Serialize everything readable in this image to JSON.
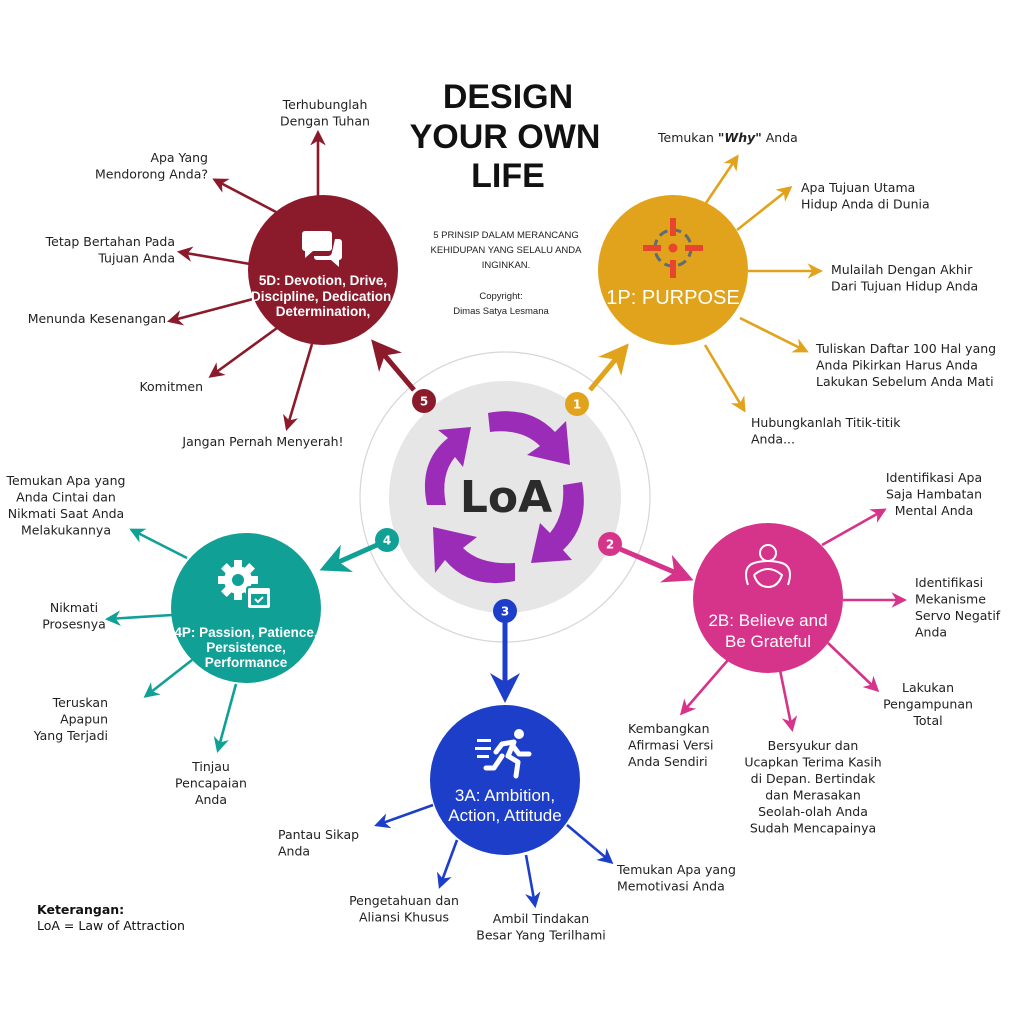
{
  "header": {
    "title_lines": [
      "DESIGN",
      "YOUR OWN",
      "LIFE"
    ],
    "subtitle_lines": [
      "5 PRINSIP DALAM MERANCANG",
      "KEHIDUPAN YANG SELALU ANDA",
      "INGINKAN."
    ],
    "copyright_lines": [
      "Copyright:",
      "Dimas Satya Lesmana"
    ]
  },
  "center": {
    "label": "LoA",
    "icon": "cycle-arrows-icon",
    "colors": {
      "arrows": "#9B2CB8",
      "fill": "#E6E6E6",
      "ring": "#D6D6D6"
    }
  },
  "legend": {
    "heading": "Keterangan:",
    "text": "LoA = Law of Attraction"
  },
  "principles": [
    {
      "id": "purpose",
      "badge": "1",
      "color": "#E1A31B",
      "icon": "target-crosshair-icon",
      "label_lines": [
        "1P: PURPOSE"
      ],
      "items": [
        {
          "lines": [
            "Temukan \"Why\" Anda"
          ]
        },
        {
          "lines": [
            "Apa Tujuan Utama",
            "Hidup Anda di Dunia"
          ]
        },
        {
          "lines": [
            "Mulailah Dengan Akhir",
            "Dari Tujuan Hidup Anda"
          ]
        },
        {
          "lines": [
            "Tuliskan Daftar 100 Hal yang",
            "Anda Pikirkan Harus Anda",
            "Lakukan Sebelum Anda Mati"
          ]
        },
        {
          "lines": [
            "Hubungkanlah Titik-titik",
            "Anda..."
          ]
        }
      ]
    },
    {
      "id": "believe",
      "badge": "2",
      "color": "#D6338A",
      "icon": "hugging-person-icon",
      "label_lines": [
        "2B: Believe and",
        "Be Grateful"
      ],
      "items": [
        {
          "lines": [
            "Identifikasi Apa",
            "Saja Hambatan",
            "Mental Anda"
          ]
        },
        {
          "lines": [
            "Identifikasi",
            "Mekanisme",
            "Servo Negatif",
            "Anda"
          ]
        },
        {
          "lines": [
            "Lakukan",
            "Pengampunan",
            "Total"
          ]
        },
        {
          "lines": [
            "Bersyukur dan",
            "Ucapkan Terima Kasih",
            "di Depan. Bertindak",
            "dan Merasakan",
            "Seolah-olah Anda",
            "Sudah Mencapainya"
          ]
        },
        {
          "lines": [
            "Kembangkan",
            "Afirmasi Versi",
            "Anda Sendiri"
          ]
        }
      ]
    },
    {
      "id": "ambition",
      "badge": "3",
      "color": "#1D3EC9",
      "icon": "running-person-icon",
      "label_lines": [
        "3A: Ambition,",
        "Action, Attitude"
      ],
      "items": [
        {
          "lines": [
            "Temukan Apa yang",
            "Memotivasi Anda"
          ]
        },
        {
          "lines": [
            "Ambil Tindakan",
            "Besar Yang Terilhami"
          ]
        },
        {
          "lines": [
            "Pengetahuan dan",
            "Aliansi Khusus"
          ]
        },
        {
          "lines": [
            "Pantau Sikap",
            "Anda"
          ]
        }
      ]
    },
    {
      "id": "passion",
      "badge": "4",
      "color": "#11A096",
      "icon": "gear-checklist-icon",
      "label_lines": [
        "4P: Passion, Patience,",
        "Persistence,",
        "Performance"
      ],
      "items": [
        {
          "lines": [
            "Temukan Apa yang",
            "Anda Cintai dan",
            "Nikmati Saat Anda",
            "Melakukannya"
          ]
        },
        {
          "lines": [
            "Nikmati",
            "Prosesnya"
          ]
        },
        {
          "lines": [
            "Teruskan",
            "Apapun",
            "Yang Terjadi"
          ]
        },
        {
          "lines": [
            "Tinjau",
            "Pencapaian",
            "Anda"
          ]
        }
      ]
    },
    {
      "id": "devotion",
      "badge": "5",
      "color": "#8B1A2B",
      "icon": "chat-bubbles-icon",
      "label_lines": [
        "5D: Devotion, Drive,",
        "Discipline, Dedication,",
        "Determination,"
      ],
      "items": [
        {
          "lines": [
            "Terhubunglah",
            "Dengan Tuhan"
          ]
        },
        {
          "lines": [
            "Apa Yang",
            "Mendorong Anda?"
          ]
        },
        {
          "lines": [
            "Tetap Bertahan Pada",
            "Tujuan Anda"
          ]
        },
        {
          "lines": [
            "Menunda Kesenangan"
          ]
        },
        {
          "lines": [
            "Komitmen"
          ]
        },
        {
          "lines": [
            "Jangan Pernah Menyerah!"
          ]
        }
      ]
    }
  ]
}
